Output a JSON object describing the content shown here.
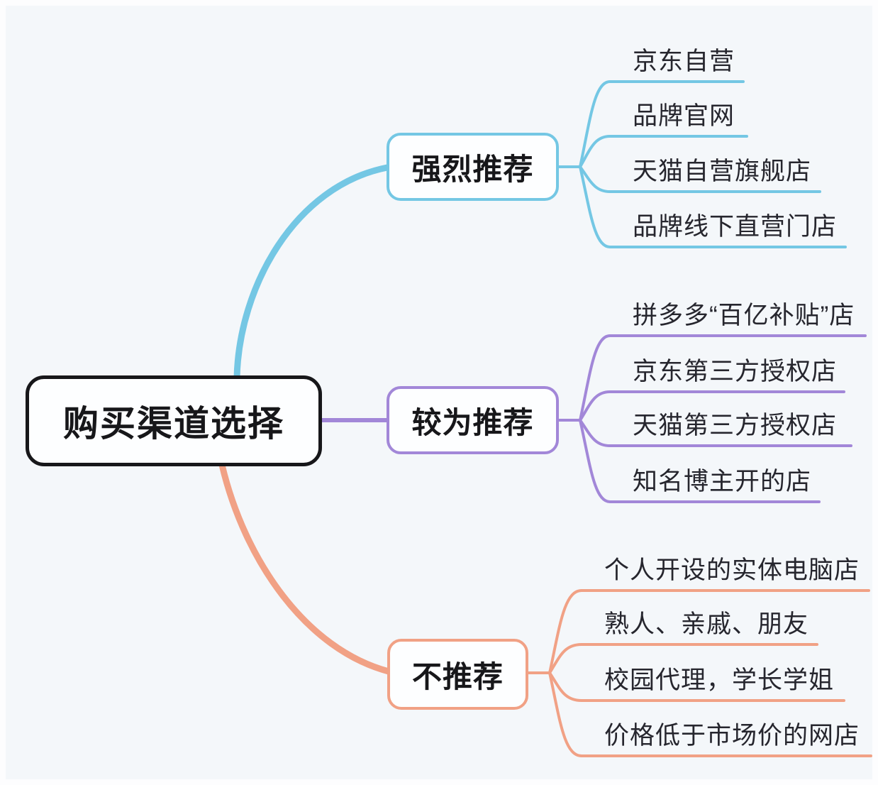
{
  "title": "购买渠道选择",
  "colors": {
    "background": "#f4f7fa",
    "node_fill": "#fdfeff",
    "ink": "#17171a",
    "leaf_text": "#26262e"
  },
  "branches": [
    {
      "label": "强烈推荐",
      "color": "#74c7e4",
      "leaves": [
        "京东自营",
        "品牌官网",
        "天猫自营旗舰店",
        "品牌线下直营门店"
      ]
    },
    {
      "label": "较为推荐",
      "color": "#a287d8",
      "leaves": [
        "拼多多“百亿补贴”店",
        "京东第三方授权店",
        "天猫第三方授权店",
        "知名博主开的店"
      ]
    },
    {
      "label": "不推荐",
      "color": "#f1a185",
      "leaves": [
        "个人开设的实体电脑店",
        "熟人、亲戚、朋友",
        "校园代理，学长学姐",
        "价格低于市场价的网店"
      ]
    }
  ]
}
